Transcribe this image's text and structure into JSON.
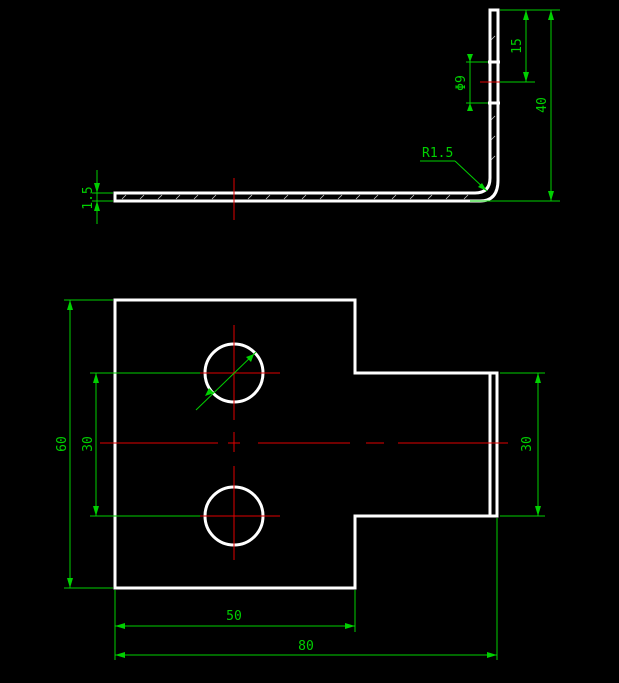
{
  "dimensions": {
    "top_height_15": "15",
    "hole_dia_side": "Φ9",
    "total_height_40": "40",
    "bend_radius": "R1.5",
    "thickness": "1.5",
    "overall_height_60": "60",
    "hole_spacing_30": "30",
    "tab_height_30": "30",
    "body_width_50": "50",
    "overall_width_80": "80"
  },
  "colors": {
    "background": "#000000",
    "part": "#ffffff",
    "dimension": "#00d000",
    "centerline": "#e00000"
  }
}
